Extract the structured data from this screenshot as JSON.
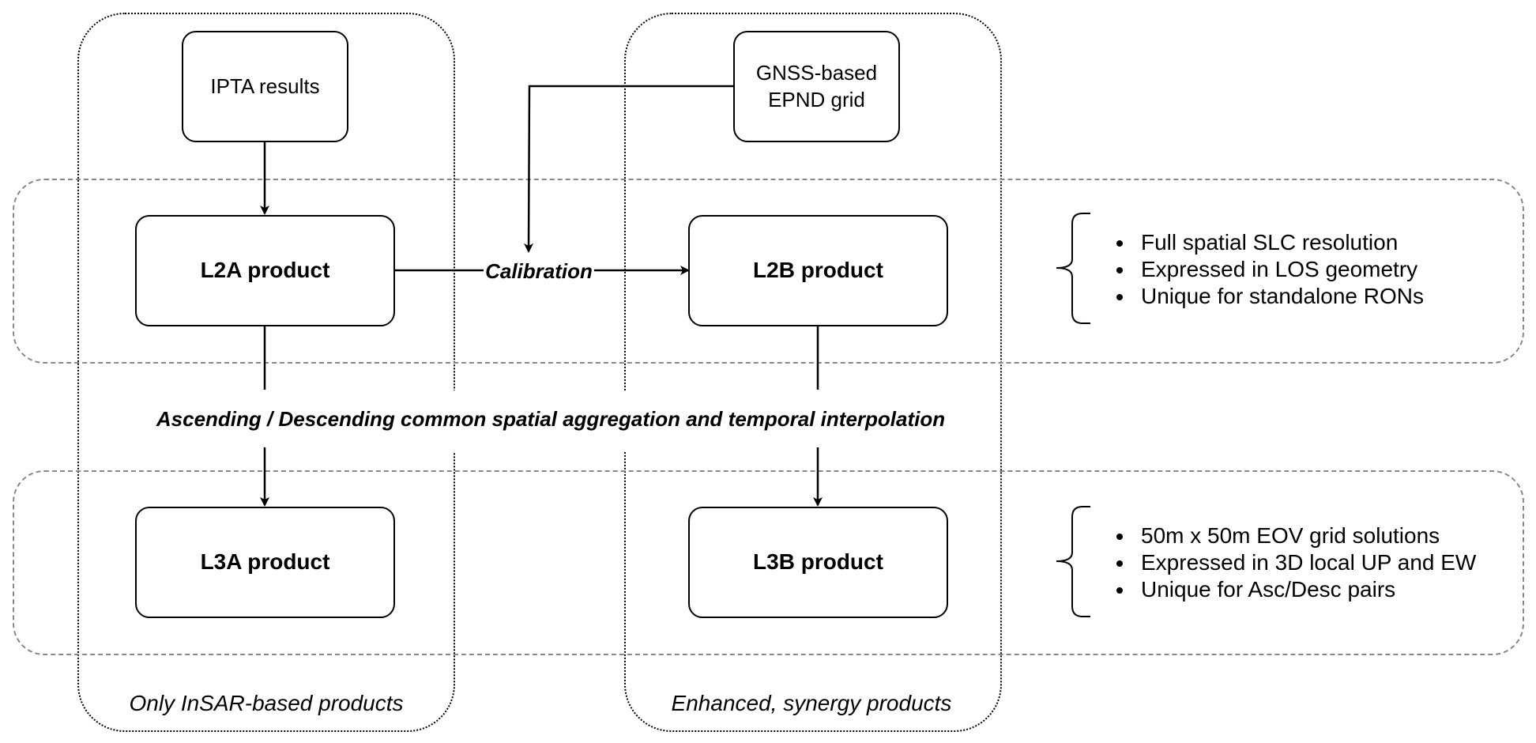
{
  "nodes": {
    "ipta": {
      "label": "IPTA results"
    },
    "gnss": {
      "line1": "GNSS-based",
      "line2": "EPND grid"
    },
    "l2a": {
      "label": "L2A product"
    },
    "l2b": {
      "label": "L2B product"
    },
    "l3a": {
      "label": "L3A product"
    },
    "l3b": {
      "label": "L3B product"
    }
  },
  "edge_labels": {
    "calibration": "Calibration",
    "aggregation": "Ascending / Descending common spatial aggregation and temporal interpolation"
  },
  "columns": {
    "left_caption": "Only InSAR-based products",
    "right_caption": "Enhanced, synergy products"
  },
  "notes": {
    "l2": [
      "Full spatial SLC resolution",
      "Expressed in LOS geometry",
      "Unique for standalone RONs"
    ],
    "l3": [
      "50m x 50m EOV grid solutions",
      "Expressed in 3D local UP and EW",
      "Unique for Asc/Desc pairs"
    ]
  }
}
